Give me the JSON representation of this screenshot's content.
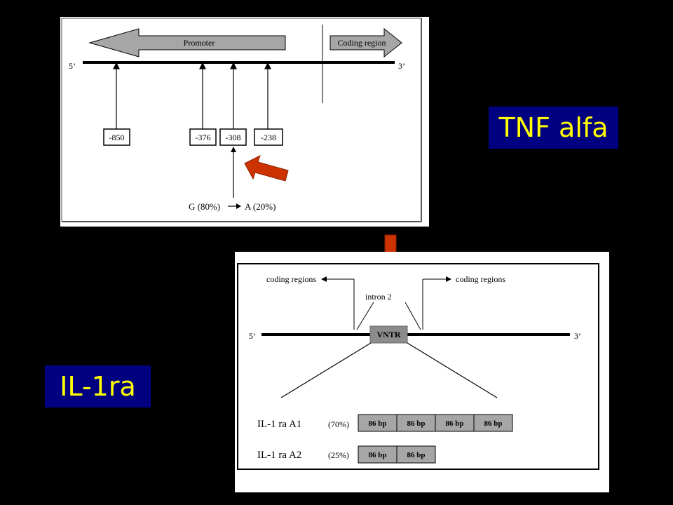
{
  "tnf": {
    "label": "TNF alfa",
    "promoter": "Promoter",
    "coding_region": "Coding region",
    "end5": "5’",
    "end3": "3’",
    "positions": [
      "-850",
      "-376",
      "-308",
      "-238"
    ],
    "alleles": "G (80%)",
    "allele_a": "A (20%)"
  },
  "il": {
    "label": "IL-1ra",
    "coding_left": "coding regions",
    "coding_right": "coding regions",
    "intron": "intron 2",
    "vntr": "VNTR",
    "end5": "5’",
    "end3": "3’",
    "a1_name": "IL-1 ra A1",
    "a1_pct": "(70%)",
    "a2_name": "IL-1 ra A2",
    "a2_pct": "(25%)",
    "repeat": "86 bp"
  },
  "colors": {
    "background": "#000000",
    "label_bg": "#000080",
    "label_text": "#ffff00",
    "arrow_red": "#cc3300",
    "gray_fill": "#a6a6a6"
  }
}
